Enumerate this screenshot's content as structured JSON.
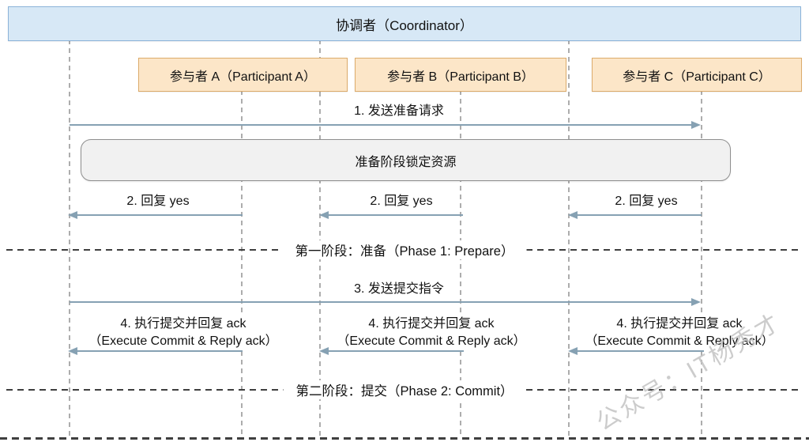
{
  "coordinator": {
    "label": "协调者（Coordinator）"
  },
  "participants": [
    {
      "id": "A",
      "label": "参与者 A（Participant A）"
    },
    {
      "id": "B",
      "label": "参与者 B（Participant B）"
    },
    {
      "id": "C",
      "label": "参与者 C（Participant C）"
    }
  ],
  "messages": [
    {
      "id": "m1",
      "label": "1. 发送准备请求",
      "from": "coordinator",
      "to": "participants",
      "direction": "right"
    },
    {
      "id": "m2a",
      "label": "2. 回复 yes",
      "from": "participant-A",
      "to": "coordinator",
      "direction": "left"
    },
    {
      "id": "m2b",
      "label": "2. 回复 yes",
      "from": "participant-B",
      "to": "coordinator",
      "direction": "left"
    },
    {
      "id": "m2c",
      "label": "2. 回复 yes",
      "from": "participant-C",
      "to": "coordinator",
      "direction": "left"
    },
    {
      "id": "m3",
      "label": "3. 发送提交指令",
      "from": "coordinator",
      "to": "participants",
      "direction": "right"
    },
    {
      "id": "m4a",
      "label": "4. 执行提交并回复 ack",
      "sublabel": "（Execute Commit & Reply ack）",
      "from": "participant-A",
      "to": "coordinator",
      "direction": "left"
    },
    {
      "id": "m4b",
      "label": "4. 执行提交并回复 ack",
      "sublabel": "（Execute Commit & Reply ack）",
      "from": "participant-B",
      "to": "coordinator",
      "direction": "left"
    },
    {
      "id": "m4c",
      "label": "4. 执行提交并回复 ack",
      "sublabel": "（Execute Commit & Reply ack）",
      "from": "participant-C",
      "to": "coordinator",
      "direction": "left"
    }
  ],
  "note": {
    "label": "准备阶段锁定资源"
  },
  "phases": [
    {
      "label": "第一阶段：准备（Phase 1: Prepare）"
    },
    {
      "label": "第二阶段：提交（Phase 2: Commit）"
    }
  ],
  "watermark": {
    "label": "公众号：IT杨秀才"
  },
  "colors": {
    "coordinator_fill": "#d7e8f6",
    "coordinator_border": "#8cb3d9",
    "participant_fill": "#fce6c8",
    "participant_border": "#dcab6b",
    "note_fill": "#f1f1f1",
    "note_border": "#8f8f8f",
    "arrow": "#86a1b3",
    "lifeline": "#adadad",
    "divider": "#3f3f3f",
    "watermark": "#c4c4c4"
  }
}
